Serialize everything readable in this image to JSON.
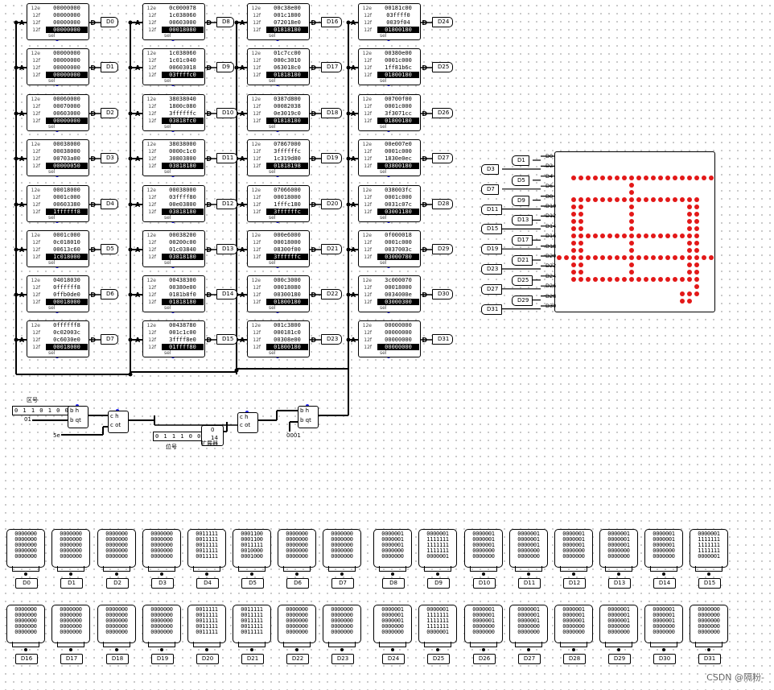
{
  "colors": {
    "wire": "#000000",
    "led_on": "#e31818",
    "selected": "#000000"
  },
  "rom_port_labels": {
    "addr": "A",
    "data": "D",
    "select": "sel"
  },
  "rom_row_labels": [
    "12e",
    "12f",
    "12f",
    "12f"
  ],
  "rom_columns": [
    {
      "tags": [
        "D0",
        "D1",
        "D2",
        "D3",
        "D4",
        "D5",
        "D6",
        "D7"
      ],
      "values": [
        [
          "00000000",
          "00000000",
          "00000000",
          "00000000"
        ],
        [
          "00000000",
          "00000000",
          "00000000",
          "00000000"
        ],
        [
          "00060000",
          "00070000",
          "00603000",
          "00000000"
        ],
        [
          "00038000",
          "00038000",
          "00703a00",
          "00000050"
        ],
        [
          "00018000",
          "0001c000",
          "00603380",
          "1ffffff8"
        ],
        [
          "0001c000",
          "0c018010",
          "00613c60",
          "1c018000"
        ],
        [
          "04018030",
          "0ffffff8",
          "0ffb0de0",
          "00018000"
        ],
        [
          "0ffffff8",
          "0c02003c",
          "0c6030e0",
          "00018000"
        ]
      ]
    },
    {
      "tags": [
        "D8",
        "D9",
        "D10",
        "D11",
        "D12",
        "D13",
        "D14",
        "D15"
      ],
      "values": [
        [
          "0c000078",
          "1c038060",
          "00603000",
          "00018080"
        ],
        [
          "1c038060",
          "1c01c040",
          "00603018",
          "03ffffc0"
        ],
        [
          "38038040",
          "1800c080",
          "3ffffffc",
          "03818fc0"
        ],
        [
          "38038000",
          "0000c1c0",
          "30803800",
          "03818180"
        ],
        [
          "00038000",
          "03ffff80",
          "00e03800",
          "03818180"
        ],
        [
          "00038200",
          "00200c00",
          "01c03840",
          "03818180"
        ],
        [
          "00438300",
          "00380e00",
          "0181b8f0",
          "01818180"
        ],
        [
          "00438780",
          "001c1c00",
          "3ffff8e0",
          "01ffff80"
        ]
      ]
    },
    {
      "tags": [
        "D16",
        "D17",
        "D18",
        "D19",
        "D20",
        "D21",
        "D22",
        "D23"
      ],
      "values": [
        [
          "00c38e00",
          "001c1800",
          "072018e0",
          "01818180"
        ],
        [
          "01c7cc00",
          "000c3010",
          "063018c0",
          "01818180"
        ],
        [
          "0387d800",
          "00082038",
          "0e3019c0",
          "01818180"
        ],
        [
          "07867000",
          "3ffffffc",
          "1c319d80",
          "01818198"
        ],
        [
          "07066000",
          "00018000",
          "1fffc180",
          "3ffffffc"
        ],
        [
          "000e6000",
          "00018000",
          "08300f00",
          "3ffffffc"
        ],
        [
          "000c3000",
          "00018080",
          "00300180",
          "01800180"
        ],
        [
          "001c3800",
          "000181c0",
          "00308e00",
          "01800180"
        ]
      ]
    },
    {
      "tags": [
        "D24",
        "D25",
        "D26",
        "D27",
        "D28",
        "D29",
        "D30",
        "D31"
      ],
      "values": [
        [
          "00181c00",
          "03ffff0",
          "0039f04",
          "01800180"
        ],
        [
          "00380e00",
          "0001c000",
          "1ff81b6c",
          "01800180"
        ],
        [
          "00700f00",
          "0001c000",
          "3f3071cc",
          "01800180"
        ],
        [
          "00e007e0",
          "0001c000",
          "1830e0ec",
          "03800180"
        ],
        [
          "038003fc",
          "0001c000",
          "0031c07c",
          "03001180"
        ],
        [
          "0f000018",
          "0001c000",
          "0037003c",
          "03000780"
        ],
        [
          "3c000070",
          "00018000",
          "0034000e",
          "03000300"
        ],
        [
          "00000000",
          "00000000",
          "00000000",
          "00000000"
        ]
      ]
    }
  ],
  "counter": {
    "area_label": "区号",
    "area_bits": "0 1 1 0 1 0 0",
    "pos_label": "位号",
    "pos_bits": "0 1 1 1 0 0 1",
    "input_a": "01",
    "input_b": "5e",
    "splitter_label": "扩展器",
    "const": "0001",
    "reg_b_top": "b h",
    "reg_b_bot": "b qt",
    "adder_top": "c h",
    "adder_bot": "c ot",
    "ext_top": "0",
    "ext_bot": "14"
  },
  "matrix_inputs": {
    "left_tags": [
      "D1",
      "D3",
      "D5",
      "D7",
      "D9",
      "D11",
      "D13",
      "D15",
      "D17",
      "D19",
      "D21",
      "D23",
      "D25",
      "D27",
      "D29",
      "D31"
    ],
    "left_tags_outer": [
      "D3",
      "D7",
      "D11",
      "D15",
      "D19",
      "D23",
      "D27",
      "D31"
    ],
    "left_tags_inner": [
      "D1",
      "D5",
      "D9",
      "D13",
      "D17",
      "D21",
      "D25",
      "D29"
    ],
    "pin_labels": [
      "D0",
      "D2",
      "D4",
      "D6",
      "D8",
      "D10",
      "D12",
      "D14",
      "D16",
      "D18",
      "D20",
      "D22",
      "D24",
      "D26",
      "D28",
      "D30"
    ]
  },
  "matrix_pattern": [
    "0000000000000000000000",
    "0000000000000000000000",
    "0000000000000000000000",
    "0011111111111111111111",
    "0000000000100000000000",
    "0000000000100000000000",
    "0011111111111111111100",
    "0011000000100000001100",
    "0011000000100000001100",
    "0011000000100000001100",
    "0011000000100000001100",
    "0011111111111111111100",
    "0011000000100000001100",
    "0011000000100000001100",
    "1111111111111111111111",
    "0011000000100000001100",
    "0011000000100000001100",
    "0011111111111111111100",
    "0000000000000000000100",
    "0000000000000000011100",
    "0000000000000000011000",
    "0000000000000000000000"
  ],
  "bit_grids": {
    "top_tags": [
      "D0",
      "D1",
      "D2",
      "D3",
      "D4",
      "D5",
      "D6",
      "D7",
      "D8",
      "D9",
      "D10",
      "D11",
      "D12",
      "D13",
      "D14",
      "D15"
    ],
    "bottom_tags": [
      "D16",
      "D17",
      "D18",
      "D19",
      "D20",
      "D21",
      "D22",
      "D23",
      "D24",
      "D25",
      "D26",
      "D27",
      "D28",
      "D29",
      "D30",
      "D31"
    ],
    "top_rows": [
      [
        "0000000",
        "0000000",
        "0000000",
        "0000000",
        "0000000"
      ],
      [
        "0000000",
        "0000000",
        "0000000",
        "0000000",
        "0000000"
      ],
      [
        "0000000",
        "0000000",
        "0000000",
        "0000000",
        "0000000"
      ],
      [
        "0000000",
        "0000000",
        "0000000",
        "0000000",
        "0000000"
      ],
      [
        "0011111",
        "0011111",
        "0011111",
        "0011111",
        "0011111"
      ],
      [
        "0001100",
        "0001100",
        "0011111",
        "0010000",
        "0001000"
      ],
      [
        "0000000",
        "0000000",
        "0000000",
        "0000000",
        "0000000"
      ],
      [
        "0000000",
        "0000000",
        "0000000",
        "0000000",
        "0000000"
      ],
      [
        "0000001",
        "0000001",
        "0000001",
        "0000000",
        "0000000"
      ],
      [
        "0000001",
        "1111111",
        "1111111",
        "1111111",
        "0000001"
      ],
      [
        "0000001",
        "0000001",
        "0000001",
        "0000000",
        "0000000"
      ],
      [
        "0000001",
        "0000001",
        "0000001",
        "0000000",
        "0000000"
      ],
      [
        "0000001",
        "0000001",
        "0000001",
        "0000000",
        "0000000"
      ],
      [
        "0000001",
        "0000001",
        "0000001",
        "0000000",
        "0000000"
      ],
      [
        "0000001",
        "0000001",
        "0000001",
        "0000000",
        "0000000"
      ],
      [
        "0000001",
        "1111111",
        "1111111",
        "1111111",
        "0000001"
      ]
    ],
    "bottom_rows": [
      [
        "0000000",
        "0000000",
        "0000000",
        "0000000",
        "0000000"
      ],
      [
        "0000000",
        "0000000",
        "0000000",
        "0000000",
        "0000000"
      ],
      [
        "0000000",
        "0000000",
        "0000000",
        "0000000",
        "0000000"
      ],
      [
        "0000000",
        "0000000",
        "0000000",
        "0000000",
        "0000000"
      ],
      [
        "0011111",
        "0011111",
        "0011111",
        "0011111",
        "0011111"
      ],
      [
        "0011111",
        "0011111",
        "0011111",
        "0011111",
        "0011111"
      ],
      [
        "0000000",
        "0000000",
        "0000000",
        "0000000",
        "0000000"
      ],
      [
        "0000000",
        "0000000",
        "0000000",
        "0000000",
        "0000000"
      ],
      [
        "0000001",
        "0000001",
        "0000001",
        "0000000",
        "0000000"
      ],
      [
        "0000001",
        "1111111",
        "1111111",
        "1111111",
        "0000001"
      ],
      [
        "0000001",
        "0000001",
        "0000001",
        "0000000",
        "0000000"
      ],
      [
        "0000001",
        "0000001",
        "0000001",
        "0000000",
        "0000000"
      ],
      [
        "0000001",
        "0000001",
        "0000001",
        "0000000",
        "0000000"
      ],
      [
        "0000001",
        "0000001",
        "0000001",
        "0000000",
        "0000000"
      ],
      [
        "0000001",
        "0000001",
        "0000001",
        "0000000",
        "0000000"
      ],
      [
        "0000000",
        "0000000",
        "0000000",
        "0000000",
        "0000000"
      ]
    ]
  },
  "watermark": "CSDN @隔粉-"
}
